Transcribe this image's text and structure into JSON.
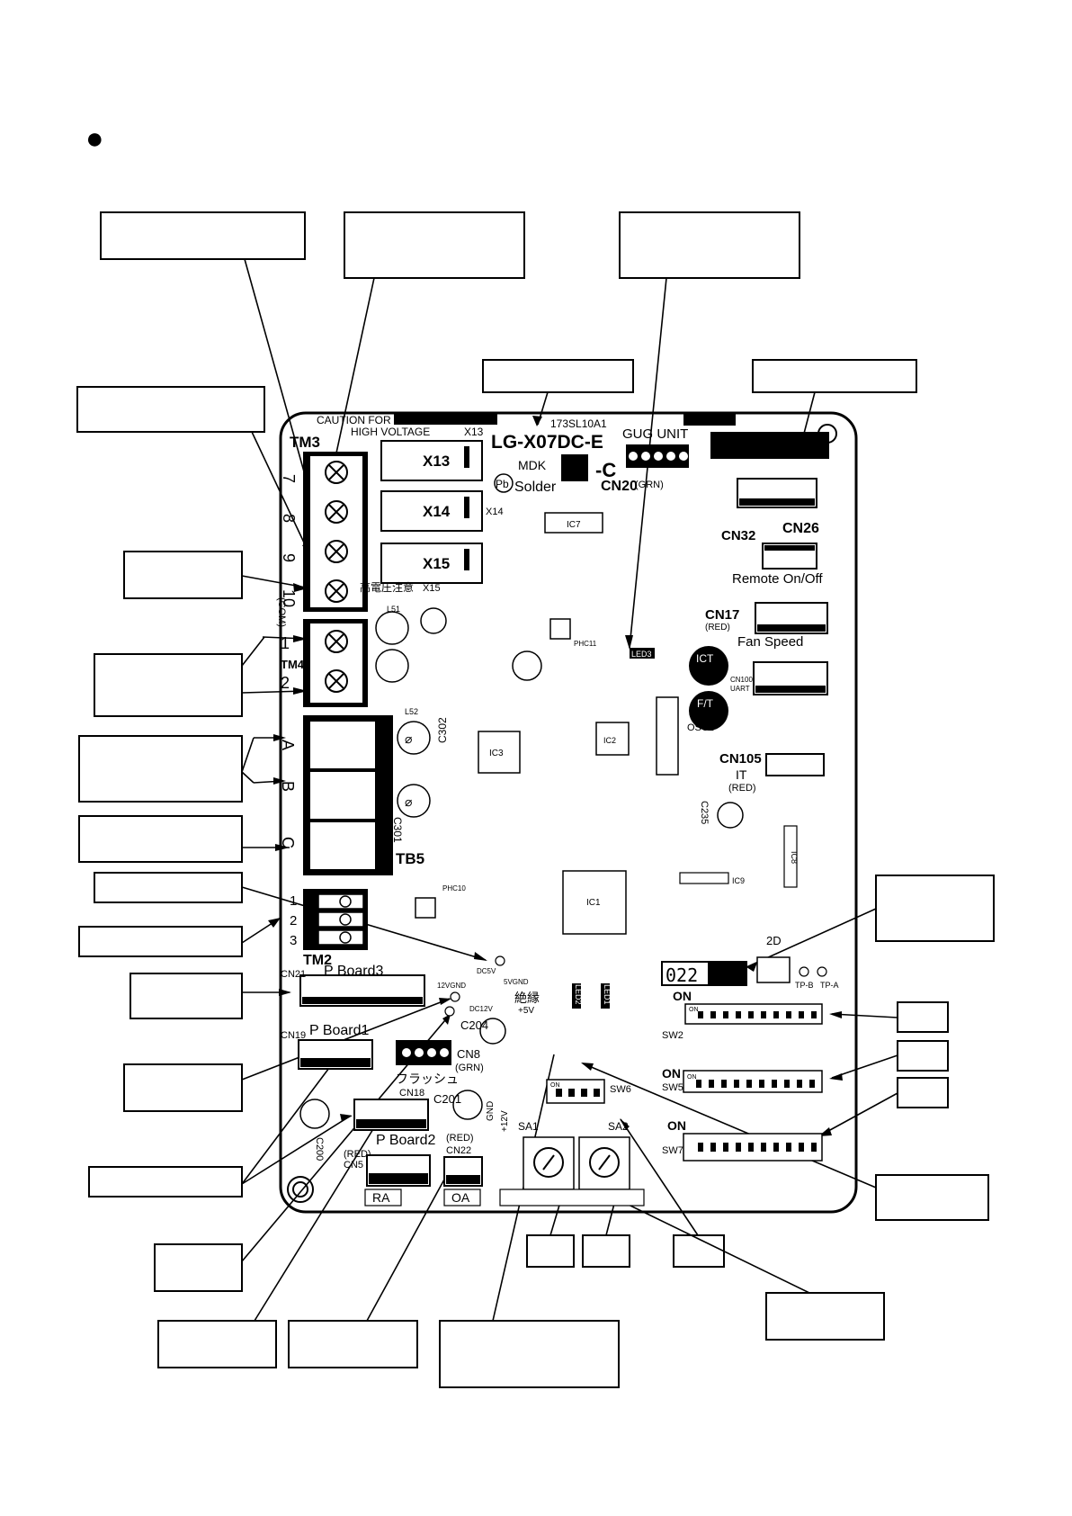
{
  "header": {
    "bullet": "●"
  },
  "board": {
    "part_number": "LG-X07DC-E",
    "revision_code": "-C",
    "serial_code": "173SL10A1",
    "maker": "MDK",
    "solder_mark": "Pb",
    "solder_label": "Solder",
    "caution_line1": "CAUTION FOR",
    "caution_line2": "HIGH VOLTAGE",
    "code_box": "022"
  },
  "terminals": {
    "tm3": {
      "name": "TM3",
      "pins": [
        "7",
        "8",
        "9",
        "10"
      ],
      "com": "(COM)"
    },
    "tm4": {
      "name": "TM4",
      "pins": [
        "1",
        "2"
      ]
    },
    "tb5": {
      "name": "TB5",
      "pins": [
        "A",
        "B",
        "C"
      ]
    },
    "tm2": {
      "name": "TM2",
      "pins": [
        "1",
        "2",
        "3"
      ]
    }
  },
  "relays": [
    {
      "label": "X13"
    },
    {
      "label": "X14"
    },
    {
      "label": "X15"
    }
  ],
  "connectors": {
    "cn20": {
      "name": "CN20",
      "title": "GUG UNIT",
      "color": "(GRN)"
    },
    "cn26": {
      "name": "CN26"
    },
    "cn32": {
      "name": "CN32",
      "desc": "Remote On/Off"
    },
    "cn17": {
      "name": "CN17",
      "color": "(RED)",
      "desc": "Fan Speed"
    },
    "cn100": {
      "name": "CN100",
      "desc": "UART"
    },
    "cn105": {
      "name": "CN105",
      "desc": "IT",
      "color": "(RED)"
    },
    "cn21": {
      "name": "CN21",
      "desc": "P Board3"
    },
    "cn19": {
      "name": "CN19",
      "desc": "P Board1"
    },
    "cn8": {
      "name": "CN8",
      "color": "(GRN)",
      "desc": "フラッシュ"
    },
    "cn18": {
      "name": "CN18"
    },
    "cn5": {
      "name": "CN5",
      "desc": "P Board2",
      "color": "(RED)",
      "tag": "RA"
    },
    "cn22": {
      "name": "CN22",
      "color": "(RED)",
      "tag": "OA"
    }
  },
  "switches": {
    "sw2": {
      "name": "SW2",
      "on": "ON"
    },
    "sw5": {
      "name": "SW5",
      "on": "ON"
    },
    "sw7": {
      "name": "SW7",
      "on": "ON"
    },
    "sw6": {
      "name": "SW6",
      "on": "ON"
    },
    "sa1": {
      "name": "SA1"
    },
    "sa2": {
      "name": "SA2"
    }
  },
  "chips": [
    {
      "label": "IC1"
    },
    {
      "label": "IC2"
    },
    {
      "label": "IC3"
    },
    {
      "label": "IC7"
    },
    {
      "label": "IC8"
    },
    {
      "label": "IC9"
    },
    {
      "label": "OSC2"
    }
  ],
  "leds": [
    {
      "label": "LED1"
    },
    {
      "label": "LED2"
    },
    {
      "label": "LED3"
    }
  ],
  "caps": [
    {
      "label": "ICT"
    },
    {
      "label": "F/T"
    }
  ],
  "test_points": {
    "dc5v": "DC5V",
    "dc12v": "DC12V",
    "v12gnd": "12VGND",
    "v5gnd": "5VGND",
    "tp_a": "TP-A",
    "tp_b": "TP-B",
    "plus5v": "+5V",
    "plus12v": "+12V",
    "gnd": "GND",
    "zekuen": "絶縁"
  },
  "misc": {
    "c302": "C302",
    "c301": "C301",
    "c201": "C201",
    "c200": "C200",
    "c204": "C204",
    "l51": "L51",
    "l52": "L52",
    "c235": "C235",
    "phc10": "PHC10",
    "phc11": "PHC11",
    "two_d": "2D",
    "high_volt_jp": "高電圧注意"
  }
}
